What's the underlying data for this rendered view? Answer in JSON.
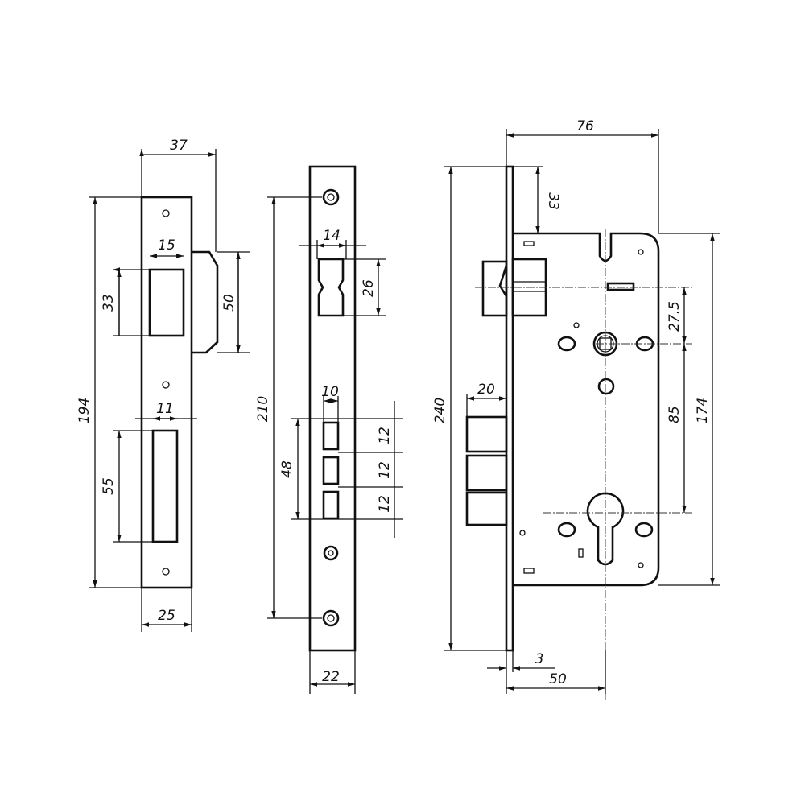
{
  "strike_plate": {
    "width_total": "37",
    "latch_width": "15",
    "latch_height": "33",
    "bump_height": "50",
    "height": "194",
    "bolt_width": "11",
    "bolt_height": "55",
    "width": "25"
  },
  "face_plate": {
    "latch_width": "14",
    "latch_height": "26",
    "screw_spacing": "210",
    "bolt_width": "10",
    "bolt_1": "12",
    "bolt_2": "12",
    "bolt_3": "12",
    "bolts_total": "48",
    "width": "22"
  },
  "lock_body": {
    "width_total": "76",
    "top_offset": "33",
    "plate_height": "240",
    "handle_offset": "27.5",
    "center_distance": "85",
    "body_height": "174",
    "bolt_projection": "20",
    "plate_thickness": "3",
    "backset": "50"
  }
}
